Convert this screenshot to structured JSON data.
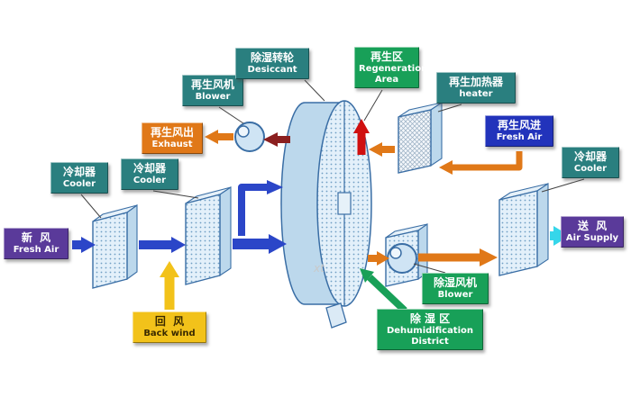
{
  "diagram": {
    "watermark": "xt",
    "labels": {
      "fresh_air_in": {
        "cn": "新  风",
        "en": "Fresh Air"
      },
      "cooler_1": {
        "cn": "冷却器",
        "en": "Cooler"
      },
      "cooler_2": {
        "cn": "冷却器",
        "en": "Cooler"
      },
      "back_wind": {
        "cn": "回  风",
        "en": "Back wind"
      },
      "regen_blower": {
        "cn": "再生风机",
        "en": "Blower"
      },
      "regen_exhaust": {
        "cn": "再生风出",
        "en": "Exhaust"
      },
      "desiccant_wheel": {
        "cn": "除湿转轮",
        "en": "Desiccant"
      },
      "regen_area": {
        "cn": "再生区",
        "en": "Regeneration Area"
      },
      "regen_heater": {
        "cn": "再生加热器",
        "en": "heater"
      },
      "regen_fresh_air": {
        "cn": "再生风进",
        "en": "Fresh Air"
      },
      "cooler_3": {
        "cn": "冷却器",
        "en": "Cooler"
      },
      "air_supply": {
        "cn": "送  风",
        "en": "Air Supply"
      },
      "dehum_blower": {
        "cn": "除湿风机",
        "en": "Blower"
      },
      "dehum_district": {
        "cn": "除 湿 区",
        "en": "Dehumidification District"
      }
    },
    "colors": {
      "teal": "#2a7f7f",
      "purple": "#5a3a9a",
      "orange": "#e07818",
      "yellow": "#f2c21a",
      "green": "#18a058",
      "blue": "#2233bb",
      "arrow_blue": "#2b46c8",
      "arrow_red": "#d01010",
      "arrow_darkred": "#8b1f1f",
      "arrow_cyan": "#35d6ea",
      "box_blue": "#cfe4f4",
      "outline_blue": "#3a6ea5"
    }
  }
}
